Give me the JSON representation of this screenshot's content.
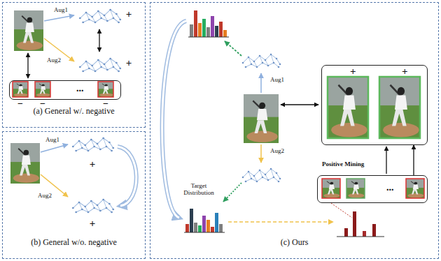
{
  "diagram": {
    "nodes": [
      {
        "text": [
          "(a) General w/. negative"
        ]
      },
      {
        "text": [
          "..."
        ],
        "in": 0
      },
      {
        "text": [
          "(b) General w/o. negative"
        ]
      },
      {
        "text": [
          "(c) Ours"
        ]
      },
      {
        "text": [
          "+",
          "+"
        ],
        "in": 3
      },
      {
        "text": [
          "Positive Mining",
          "..."
        ],
        "in": 3
      }
    ],
    "edges": [
      {
        "from": 5,
        "to": 4,
        "arrow": "to"
      }
    ],
    "labels": [
      "Aug1",
      "Aug2",
      "+",
      "+",
      "−",
      "−",
      "−",
      "Aug1",
      "Aug2",
      "+",
      "+",
      "Aug1",
      "Aug2",
      "Target Distribution"
    ]
  }
}
